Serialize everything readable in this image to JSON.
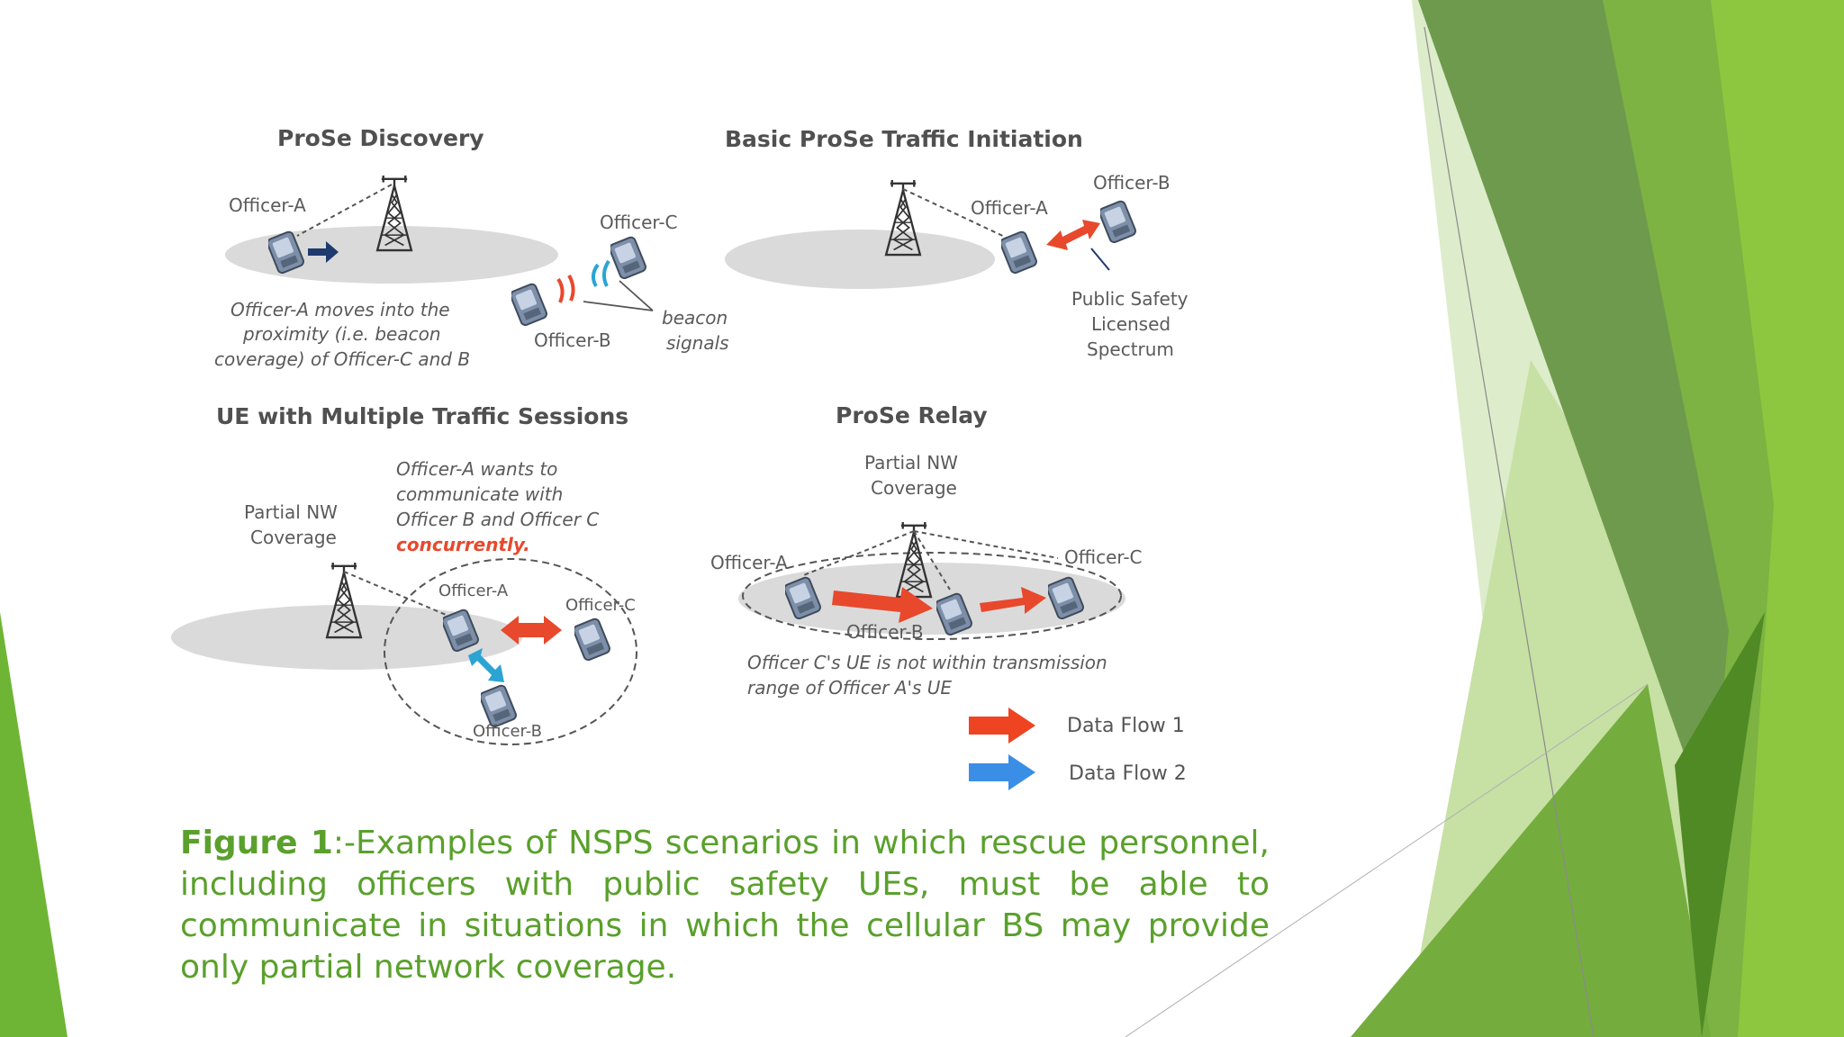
{
  "slide": {
    "caption": {
      "figure_label": "Figure 1",
      "text": ":-Examples of NSPS scenarios in which rescue personnel, including officers with public safety UEs, must be able to communicate in situations in which the cellular BS may provide only partial network coverage."
    },
    "accent_color": "#6fb535"
  },
  "diagram": {
    "discovery": {
      "title": "ProSe Discovery",
      "officer_a": "Officer-A",
      "officer_c": "Officer-C",
      "officer_b": "Officer-B",
      "beacon_line1": "beacon",
      "beacon_line2": "signals",
      "note_line1": "Officer-A moves into the",
      "note_line2": "proximity  (i.e. beacon",
      "note_line3": "coverage) of Officer-C and B"
    },
    "traffic_init": {
      "title": "Basic ProSe Traffic Initiation",
      "officer_a": "Officer-A",
      "officer_b": "Officer-B",
      "spectrum_line1": "Public Safety",
      "spectrum_line2": "Licensed",
      "spectrum_line3": "Spectrum"
    },
    "multi_sessions": {
      "title": "UE with Multiple Traffic Sessions",
      "coverage_line1": "Partial NW",
      "coverage_line2": "Coverage",
      "note_line1": "Officer-A wants to",
      "note_line2": "communicate with",
      "note_line3": "Officer B and Officer C",
      "note_line4": "concurrently.",
      "officer_a": "Officer-A",
      "officer_c": "Officer-C",
      "officer_b": "Officer-B"
    },
    "relay": {
      "title": "ProSe Relay",
      "coverage_line1": "Partial NW",
      "coverage_line2": "Coverage",
      "officer_a": "Officer-A",
      "officer_c": "Officer-C",
      "officer_b": "Officer-B",
      "note_line1": "Officer C's UE is not within transmission",
      "note_line2": "range of Officer A's UE"
    },
    "legend": {
      "flow1": "Data Flow 1",
      "flow2": "Data Flow 2",
      "flow1_color": "#ee4422",
      "flow2_color": "#3a8ee6"
    }
  }
}
